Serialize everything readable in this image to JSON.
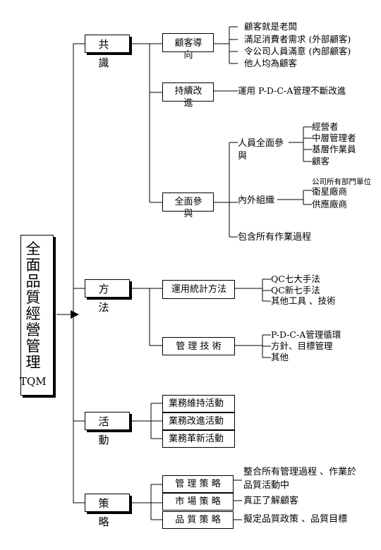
{
  "root": {
    "title": "全面品質經營管理",
    "abbr": "TQM"
  },
  "categories": [
    {
      "label": "共 識"
    },
    {
      "label": "方 法"
    },
    {
      "label": "活 動"
    },
    {
      "label": "策 略"
    }
  ],
  "consensus": {
    "customer_orientation": {
      "label": "顧客導向",
      "items": [
        "顧客就是老闆",
        "滿足消費者需求 (外部顧客)",
        "令公司人員滿意 (內部顧客)",
        "他人均為顧客"
      ]
    },
    "continuous_improvement": {
      "label": "持續改進",
      "item": "運用 P-D-C-A管理不斷改進"
    },
    "full_participation": {
      "label": "全面參與",
      "all_staff": {
        "label": "人員全面參與",
        "items": [
          "經營者",
          "中層管理者",
          "基層作業員",
          "顧客"
        ]
      },
      "internal_external": {
        "label": "內外組織",
        "note": "公司所有部門單位",
        "items": [
          "衛星廠商",
          "供應廠商"
        ]
      },
      "all_processes": "包含所有作業過程"
    }
  },
  "methods": {
    "statistical": {
      "label": "運用統計方法",
      "items": [
        "QC七大手法",
        "QC新七手法",
        "其他工具 、技術"
      ]
    },
    "management": {
      "label": "管 理 技 術",
      "items": [
        "P-D-C-A管理循環",
        "方針、目標管理",
        "其他"
      ]
    }
  },
  "activities": {
    "items": [
      "業務維持活動",
      "業務改進活動",
      "業務革新活動"
    ]
  },
  "strategy": {
    "rows": [
      {
        "label": "管 理 策 略",
        "desc_line1": "整合所有管理過程 、作業於",
        "desc_line2": "品質活動中"
      },
      {
        "label": "市 場 策 略",
        "desc": "真正了解顧客"
      },
      {
        "label": "品 質 策 略",
        "desc": "擬定品質政策 、品質目標"
      }
    ]
  }
}
